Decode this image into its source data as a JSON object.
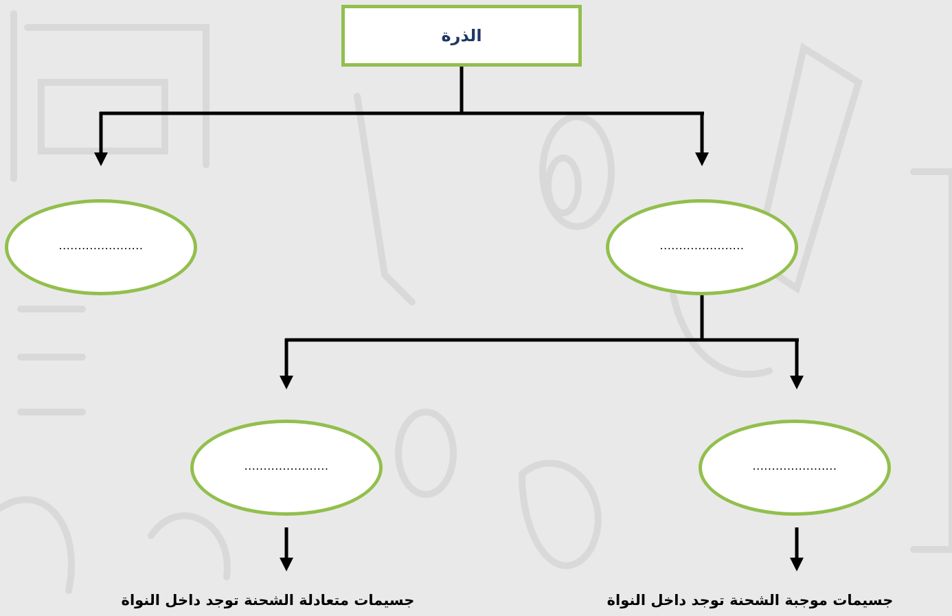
{
  "diagram": {
    "root": {
      "label": "الذرة"
    },
    "nodes": [
      {
        "id": "n-right",
        "text": "......................"
      },
      {
        "id": "n-left",
        "text": "......................"
      },
      {
        "id": "n-br",
        "text": "......................"
      },
      {
        "id": "n-bl",
        "text": "......................"
      }
    ],
    "descriptions": {
      "right": "جسيمات موجبة الشحنة توجد داخل النواة",
      "left": "جسيمات متعادلة الشحنة توجد داخل النواة"
    },
    "colors": {
      "node_border": "#92bf4d",
      "root_text": "#1f3864",
      "background": "#e9e9e9",
      "lines": "#000000"
    }
  }
}
